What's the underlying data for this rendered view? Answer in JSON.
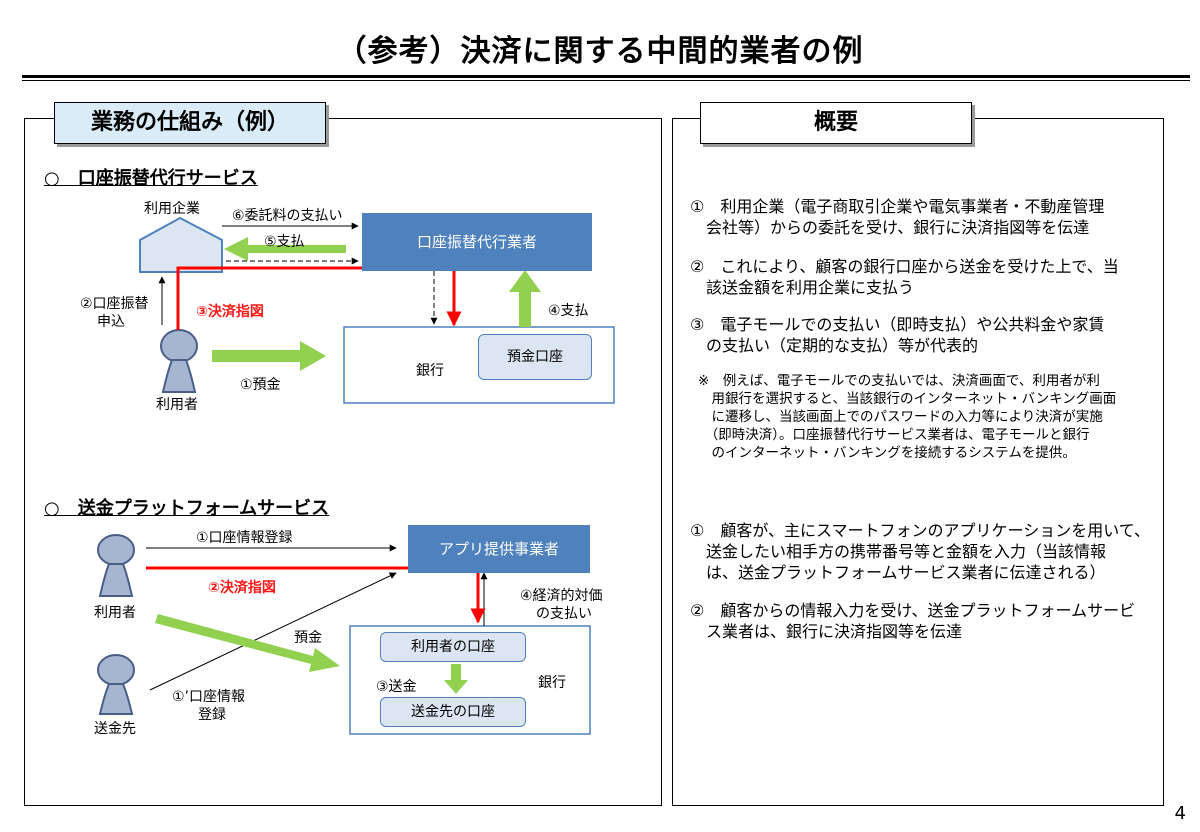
{
  "title": "（参考）決済に関する中間的業者の例",
  "left": {
    "tab": "業務の仕組み（例）",
    "section1": {
      "heading": "○　口座振替代行サービス",
      "company": "利用企業",
      "agent": "口座振替代行業者",
      "bank": "銀行",
      "deposit_account": "預金口座",
      "user": "利用者",
      "fee": "⑥委託料の支払い",
      "payment5": "⑤支払",
      "apply_1": "②口座振替",
      "apply_2": "申込",
      "instruction": "③決済指図",
      "payment4": "④支払",
      "deposit": "①預金"
    },
    "section2": {
      "heading": "○　送金プラットフォームサービス",
      "app_provider": "アプリ提供事業者",
      "register": "①口座情報登録",
      "instruction": "②決済指図",
      "consideration_1": "④経済的対価",
      "consideration_2": "の支払い",
      "user": "利用者",
      "deposit": "預金",
      "user_account": "利用者の口座",
      "remit": "③送金",
      "bank": "銀行",
      "payee_account": "送金先の口座",
      "payee": "送金先",
      "register2_1": "①’口座情報",
      "register2_2": "登録"
    }
  },
  "right": {
    "tab": "概要",
    "p1": "①　利用企業（電子商取引企業や電気事業者・不動産管理\n　会社等）からの委託を受け、銀行に決済指図等を伝達",
    "p2": "②　これにより、顧客の銀行口座から送金を受けた上で、当\n　該送金額を利用企業に支払う",
    "p3": "③　電子モールでの支払い（即時支払）や公共料金や家賃\n　の支払い（定期的な支払）等が代表的",
    "note": "※　例えば、電子モールでの支払いでは、決済画面で、利用者が利\n　用銀行を選択すると、当該銀行のインターネット・バンキング画面\n　に遷移し、当該画面上でのパスワードの入力等により決済が実施\n　（即時決済）。口座振替代行サービス業者は、電子モールと銀行\n　のインターネット・バンキングを接続するシステムを提供。",
    "q1": "①　顧客が、主にスマートフォンのアプリケーションを用いて、\n　送金したい相手方の携帯番号等と金額を入力（当該情報\n　は、送金プラットフォームサービス業者に伝達される）",
    "q2": "②　顧客からの情報入力を受け、送金プラットフォームサービ\n　ス業者は、銀行に決済指図等を伝達"
  },
  "page_number": "4",
  "colors": {
    "blue": "#4f81bd",
    "light_blue": "#dce6f2",
    "green": "#92d050",
    "red": "#ff0000"
  }
}
